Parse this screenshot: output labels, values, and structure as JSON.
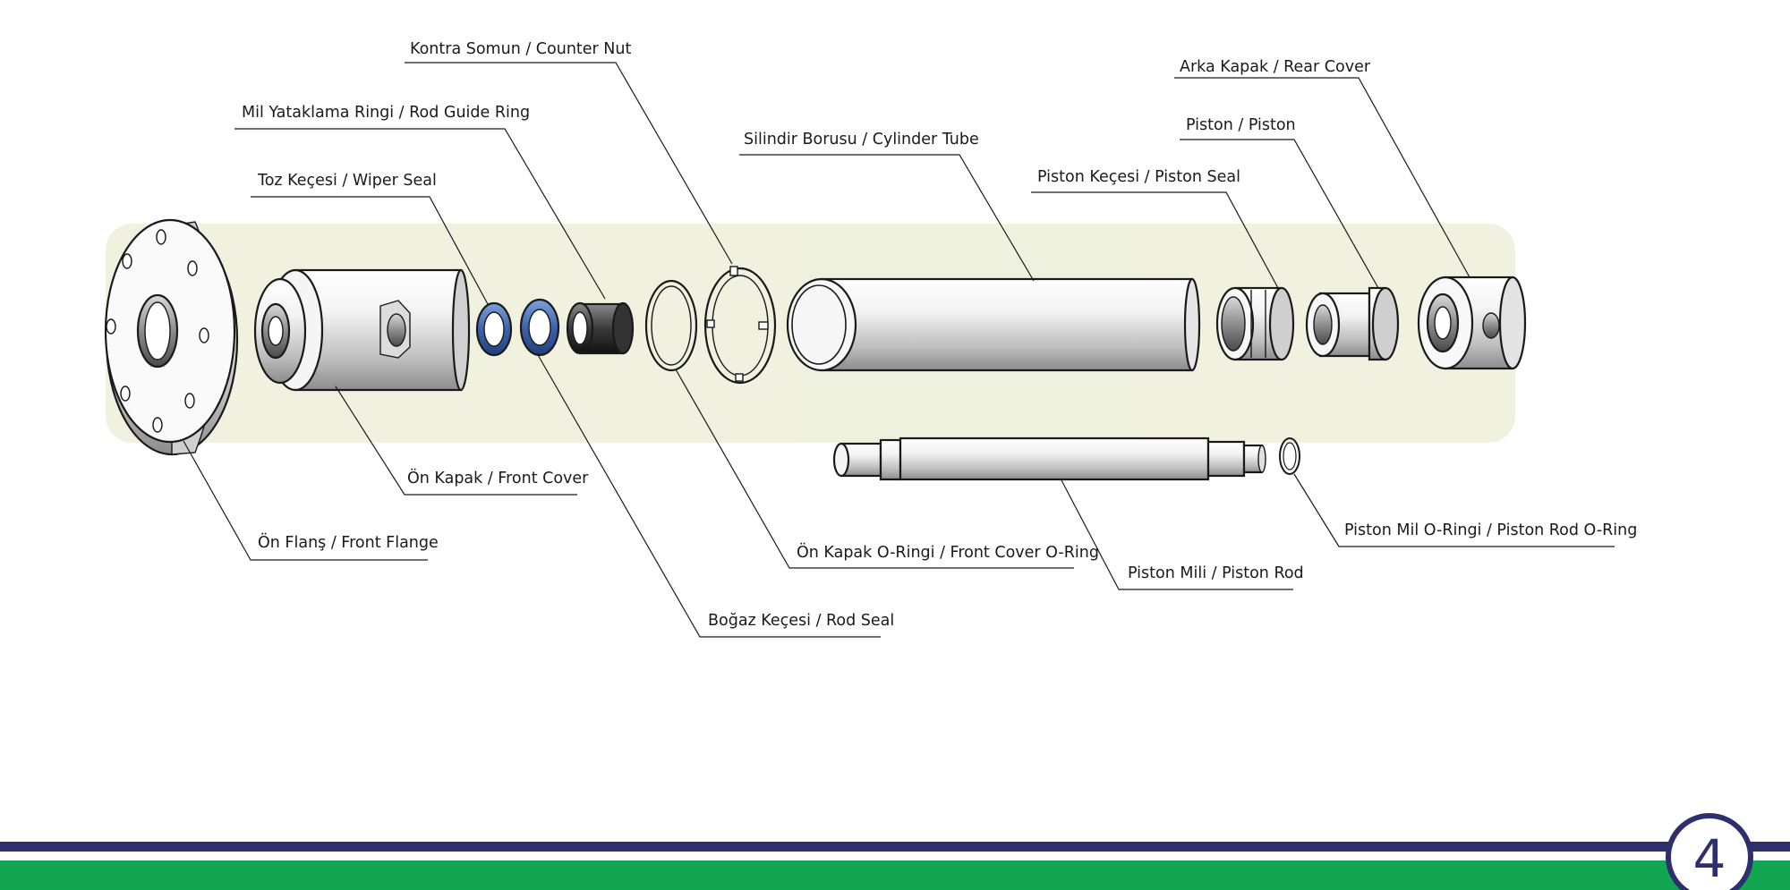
{
  "labels": {
    "counter_nut": "Kontra Somun / Counter Nut",
    "rear_cover": "Arka Kapak / Rear Cover",
    "rod_guide_ring": "Mil Yataklama Ringi / Rod Guide Ring",
    "piston": "Piston / Piston",
    "cylinder_tube": "Silindir Borusu / Cylinder Tube",
    "wiper_seal": "Toz Keçesi / Wiper Seal",
    "piston_seal": "Piston Keçesi / Piston Seal",
    "front_cover": "Ön Kapak / Front Cover",
    "front_flange": "Ön Flanş / Front Flange",
    "front_cover_oring": "Ön Kapak O-Ringi / Front Cover O-Ring",
    "piston_rod_oring": "Piston Mil O-Ringi / Piston Rod O-Ring",
    "piston_rod": "Piston Mili / Piston Rod",
    "rod_seal": "Boğaz Keçesi / Rod Seal"
  },
  "footer": {
    "page_number": "4"
  },
  "colors": {
    "navy": "#2e2f6e",
    "green": "#12a650",
    "seal_blue": "#3c63ad",
    "watermark": "#eef0dc"
  }
}
